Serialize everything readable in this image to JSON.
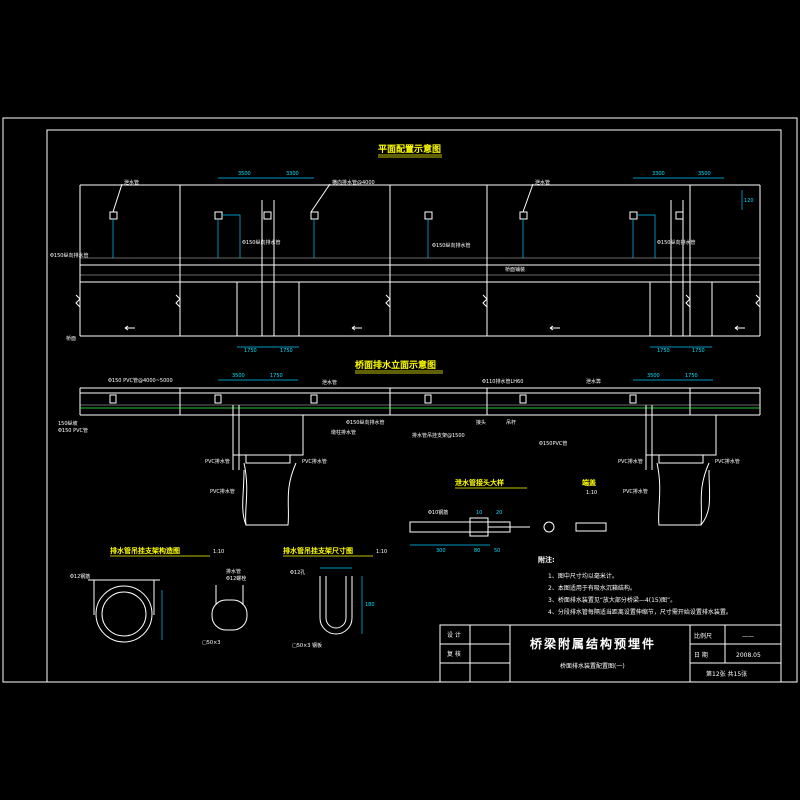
{
  "titles": {
    "plan": "平面配置示意图",
    "elevation": "桥面排水立面示意图",
    "joint_detail": "泄水管接头大样",
    "end_cap": "端盖",
    "end_cap_scale": "1:10",
    "hanger_detail": "排水管吊挂支架构造图",
    "hanger_detail_scale": "1:10",
    "hanger_dims": "排水管吊挂支架尺寸图",
    "hanger_dims_scale": "1:10"
  },
  "notes": {
    "heading": "附注:",
    "items": [
      "1、图中尺寸均以毫米计。",
      "2、本图适用于有吸水沉箱结构。",
      "3、桥面排水装置见“放大部分桥梁—4(15)图”。",
      "4、分段排水管每隔适当距离设置伸缩节，尺寸需开始设置排水装置。"
    ]
  },
  "title_block": {
    "design_label": "设 计",
    "review_label": "复 核",
    "main_title": "桥梁附属结构预埋件",
    "sub_title": "桥面排水装置配置图(一)",
    "scale_label": "比例尺",
    "scale_value": "——",
    "date_label": "日 期",
    "date_value": "2008.05",
    "sheet": "第12张 共15张"
  },
  "plan_labels": {
    "dim_left_1": "3500",
    "dim_left_2": "3300",
    "dim_right_1": "3300",
    "dim_right_2": "3500",
    "dim_side": "120",
    "dim_bottom_1": "1750",
    "dim_bottom_2": "1750",
    "dim_bottom_3": "1750",
    "dim_bottom_4": "1750",
    "inlet_1": "泄水管",
    "inlet_2": "横向排水管@4000",
    "inlet_3": "泄水管",
    "pipe_1": "Φ150纵向排水管",
    "pipe_left": "Φ150纵向排水管",
    "pipe_mid": "Φ150纵向排水管",
    "pipe_right": "Φ150纵向排水管",
    "grid_note": "桥面铺装",
    "left_note": "桥面"
  },
  "elev_labels": {
    "dim_left_1": "3500",
    "dim_left_2": "1750",
    "dim_right_1": "3500",
    "dim_right_2": "1750",
    "pvc_top": "Φ150 PVC管@4000~5000",
    "drain_label": "泄水管",
    "pipe_label": "Φ110排水管LH60",
    "grate_label": "泄水箅",
    "side_a": "150纵坡",
    "side_b": "Φ150 PVC管",
    "label_c": "Φ150纵向排水管",
    "label_d": "墩柱排水管",
    "label_e": "接头",
    "label_f": "排水管吊挂支架@1500",
    "label_g": "吊杆",
    "label_h": "Φ150PVC管",
    "pvc_l1": "PVC排水管",
    "pvc_l2": "PVC排水管",
    "pvc_r1": "PVC排水管",
    "pvc_r2": "PVC排水管",
    "pier_l": "PVC排水管",
    "pier_r": "PVC排水管"
  },
  "detail_labels": {
    "joint_pipe": "Φ10钢筋",
    "joint_d1": "10",
    "joint_d2": "20",
    "joint_d3": "50",
    "joint_len": "300",
    "joint_len2": "80",
    "hanger_a": "Φ12钢筋",
    "hanger_b": "排水管",
    "hanger_c": "Φ12螺栓",
    "hanger_pipe": "□50×3",
    "dims_a": "Φ12孔",
    "dims_b": "□50×3 钢板",
    "dims_v": "180"
  },
  "colors": {
    "frame": "#ffffff",
    "title": "#ffff00",
    "dim": "#00c8ff",
    "accent": "#ff40ff",
    "green": "#40ff40"
  }
}
